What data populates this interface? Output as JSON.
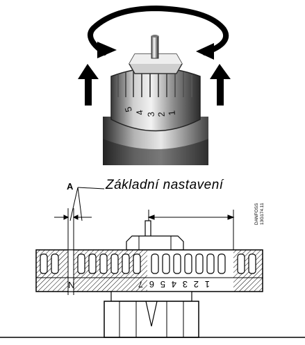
{
  "caption": "Základní nastavení",
  "callout_label": "A",
  "ring_marker": "N",
  "scale_digits": [
    "7",
    "6",
    "5",
    "4",
    "3",
    "2",
    "1"
  ],
  "top_ring_digits": [
    "1",
    "2",
    "3",
    "4",
    "5"
  ],
  "brand_mark": {
    "line1": "DANFOSS",
    "line2": "13G174.11"
  },
  "icons": {
    "rotation": "circular-rotate-arrow-icon",
    "lift_left": "up-arrow-icon",
    "lift_right": "up-arrow-icon"
  },
  "colors": {
    "ink": "#000000",
    "metal_dark": "#3a3a3a",
    "metal_mid": "#8c8c8c",
    "metal_light": "#d6d6d6",
    "hatch": "#000000"
  }
}
